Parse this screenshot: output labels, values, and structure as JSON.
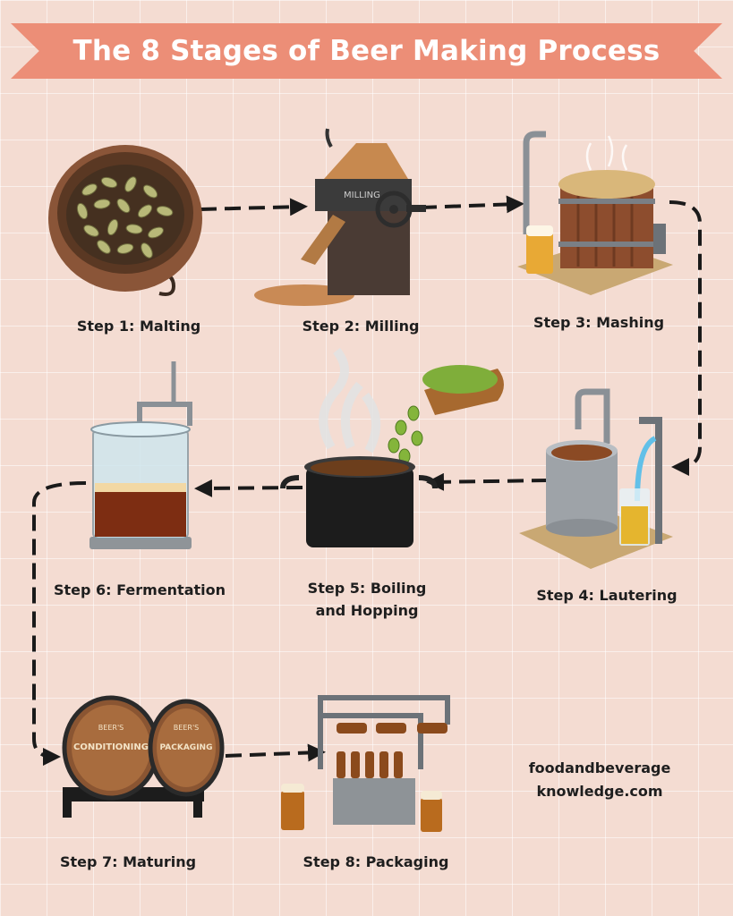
{
  "title": "The 8 Stages of Beer Making Process",
  "steps": [
    {
      "label": "Step 1: Malting"
    },
    {
      "label": "Step 2: Milling"
    },
    {
      "label": "Step 3: Mashing"
    },
    {
      "label": "Step 4: Lautering"
    },
    {
      "label": "Step 5: Boiling and Hopping"
    },
    {
      "label": "Step 6: Fermentation"
    },
    {
      "label": "Step 7: Maturing"
    },
    {
      "label": "Step 8: Packaging"
    }
  ],
  "illustration_text": {
    "mill": "MILLING",
    "barrel_left_brand": "BEER'S",
    "barrel_left": "CONDITIONING",
    "barrel_right_brand": "BEER'S",
    "barrel_right": "PACKAGING"
  },
  "source": {
    "line1": "foodandbeverage",
    "line2": "knowledge.com"
  },
  "colors": {
    "background": "#f4dcd2",
    "banner": "#ec8e77",
    "arrow": "#1a1a1a",
    "text": "#1e1e1e"
  }
}
